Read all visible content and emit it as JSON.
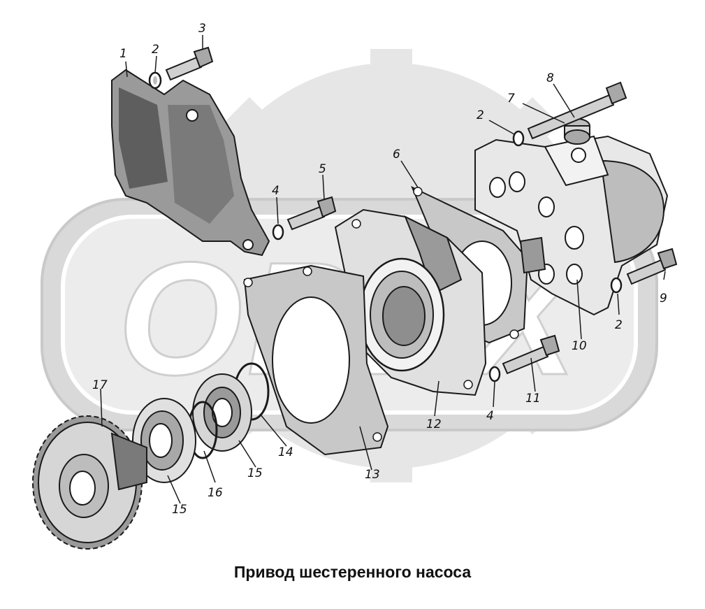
{
  "caption": "Привод шестеренного насоса",
  "watermark_text": "ОРЕХ",
  "colors": {
    "watermark_fill": "#e6e6e6",
    "watermark_outline": "#c9c9c9",
    "line": "#1a1a1a",
    "part_shade": "#bdbdbd",
    "part_light": "#f2f2f2",
    "gasket_fill": "#c8c8c8"
  },
  "callouts": {
    "c1": "1",
    "c2a": "2",
    "c3": "3",
    "c4a": "4",
    "c5": "5",
    "c6": "6",
    "c2b": "2",
    "c7": "7",
    "c8": "8",
    "c9": "9",
    "c2c": "2",
    "c10": "10",
    "c11": "11",
    "c4b": "4",
    "c12": "12",
    "c13": "13",
    "c14": "14",
    "c15a": "15",
    "c16": "16",
    "c15b": "15",
    "c17": "17"
  }
}
